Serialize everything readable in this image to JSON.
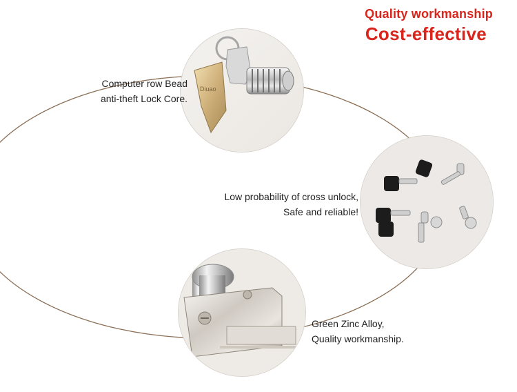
{
  "headline": {
    "line1": "Quality workmanship",
    "line2": "Cost-effective"
  },
  "features": [
    {
      "line1": "Computer row Bead",
      "line2": "anti-theft Lock Core."
    },
    {
      "line1": "Low probability of cross unlock,",
      "line2": "Safe and reliable!"
    },
    {
      "line1": "Green Zinc Alloy,",
      "line2": "Quality workmanship."
    }
  ],
  "key_engraving": "Diuao",
  "colors": {
    "headline": "#d9251c",
    "orbit": "#8a6e55",
    "text": "#222222"
  }
}
